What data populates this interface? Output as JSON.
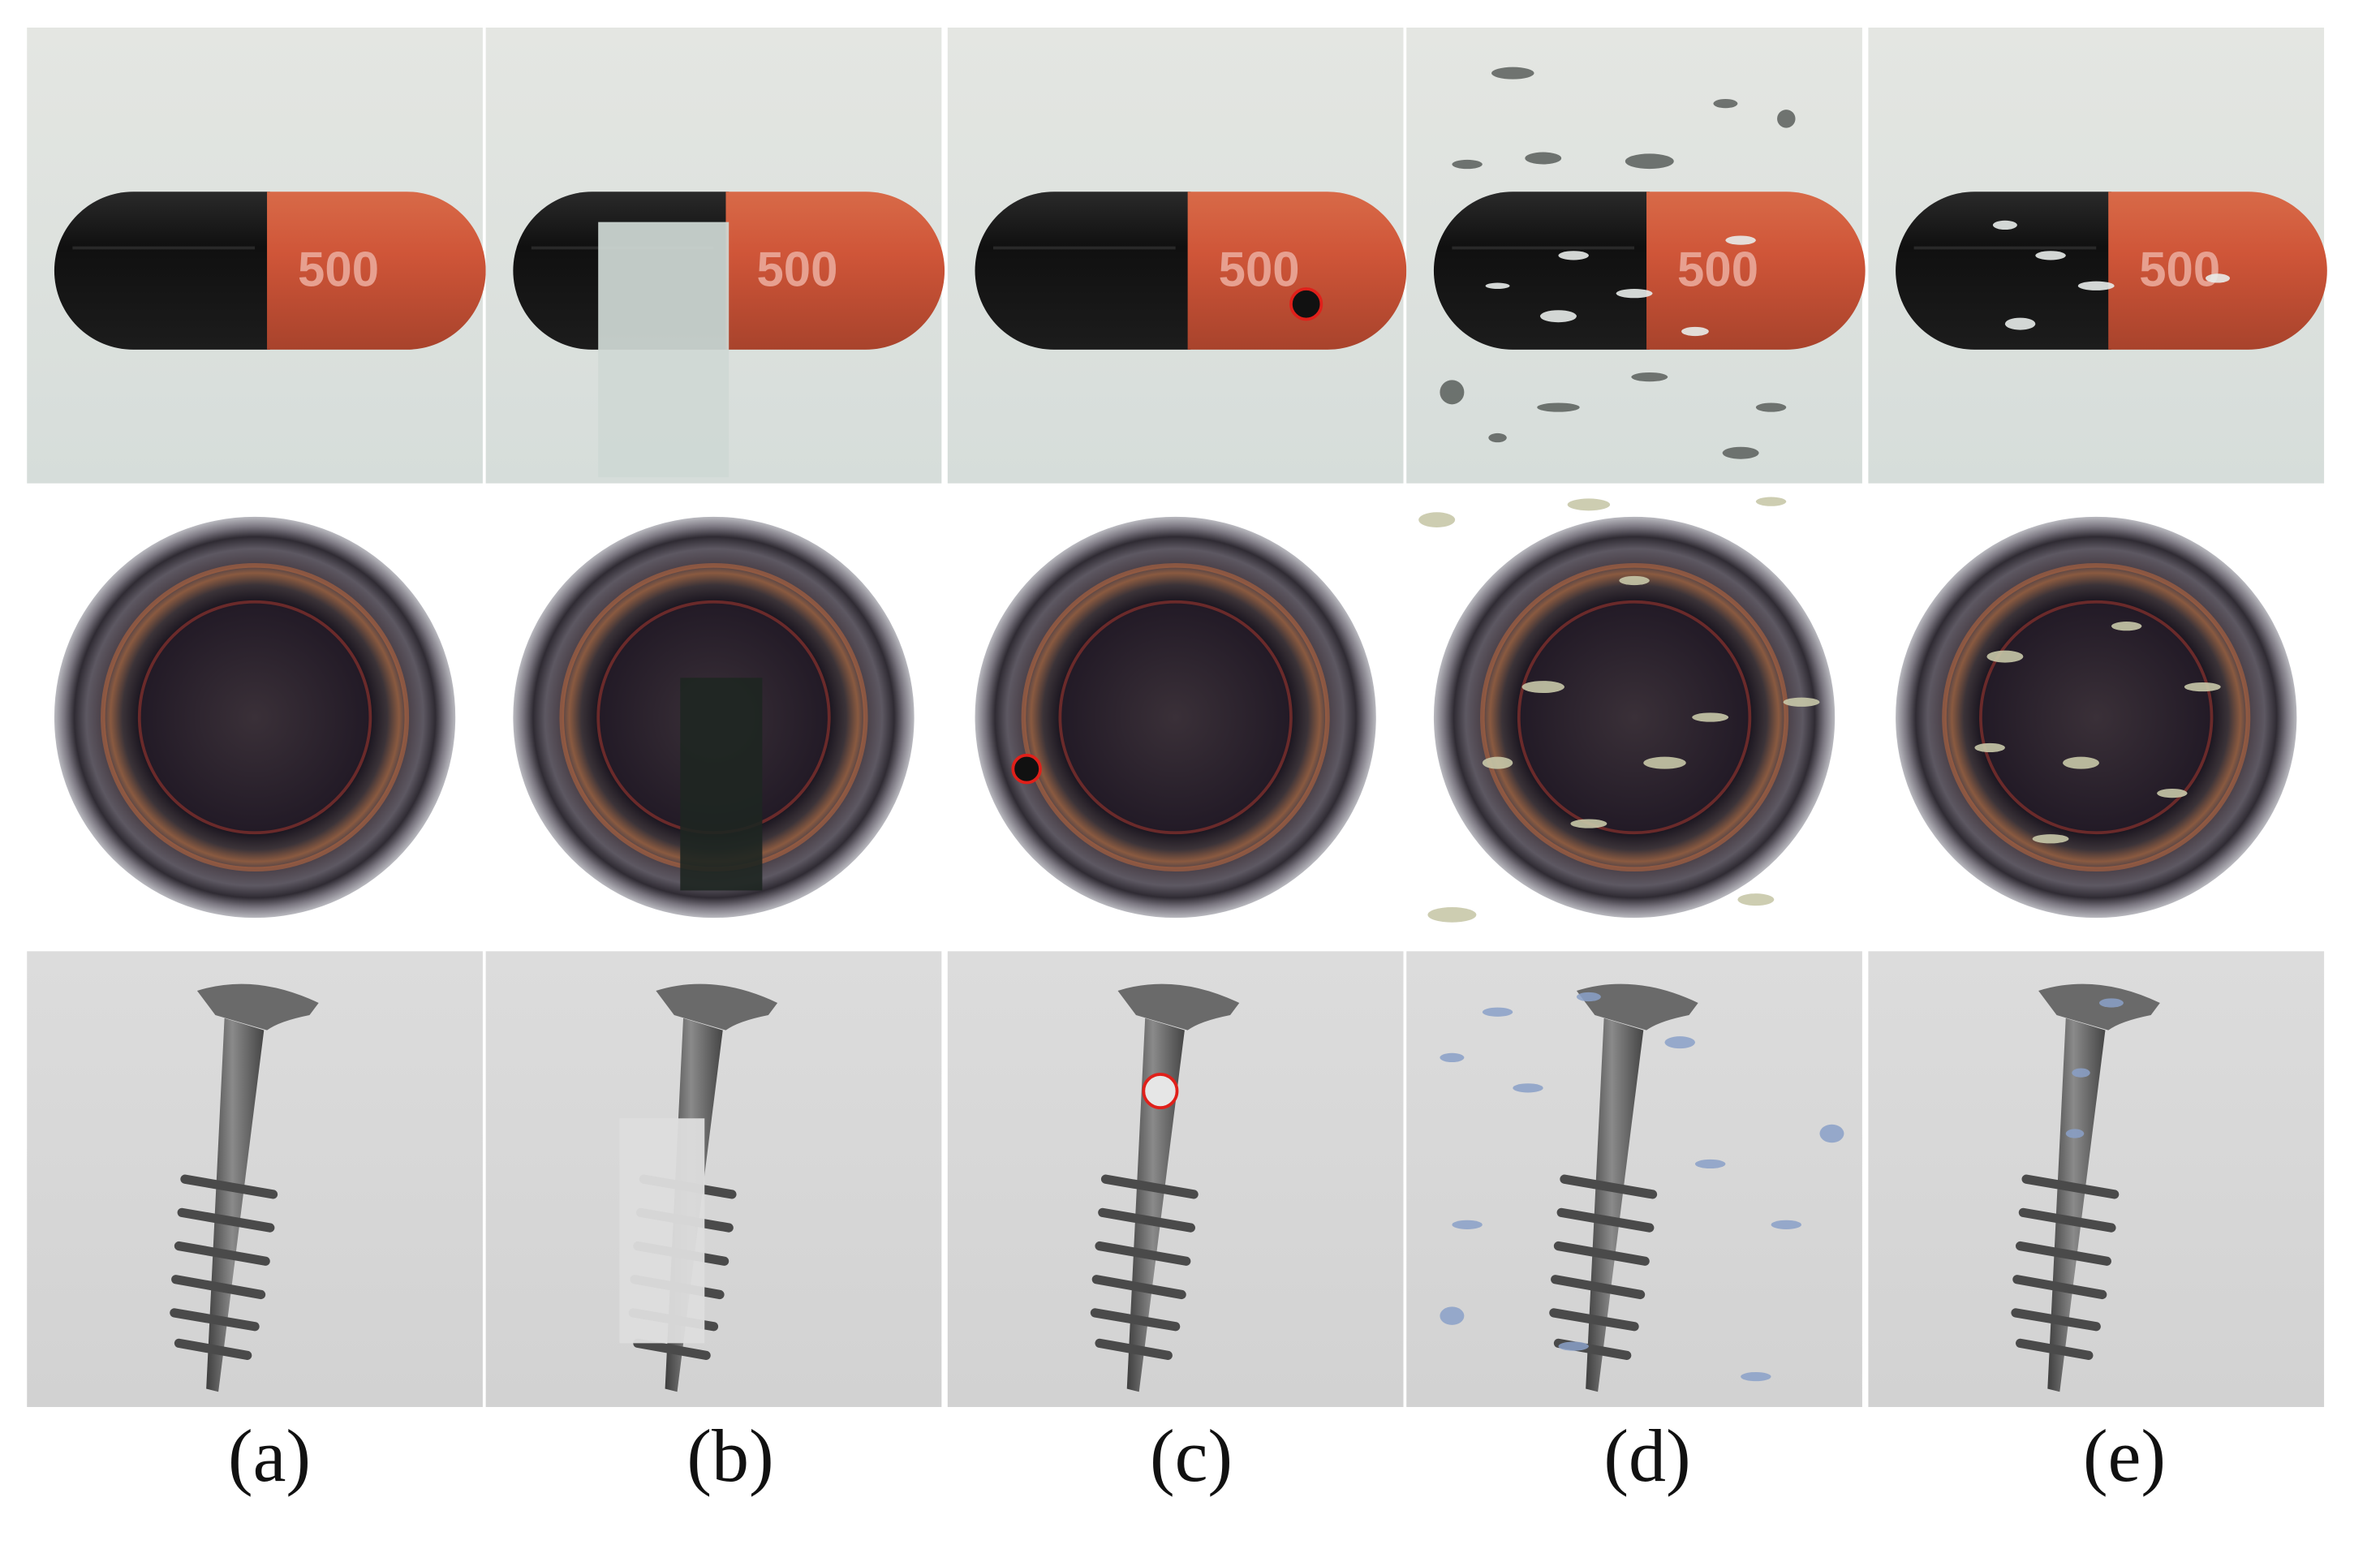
{
  "captions": [
    "(a)",
    "(b)",
    "(c)",
    "(d)",
    "(e)"
  ],
  "pill": {
    "label": "500"
  },
  "colors": {
    "pill_bg": "#dde3df",
    "pill_black": "#161616",
    "pill_orange": "#cf5538",
    "bottle_bg": "#ffffff",
    "bottle_ring": "#3a3540",
    "bottle_copper": "#b8633a",
    "bottle_inner": "#2a2030",
    "screw_bg": "#d8d8d8",
    "screw_metal": "#5e5e5e",
    "marker_red": "#e0201a"
  }
}
